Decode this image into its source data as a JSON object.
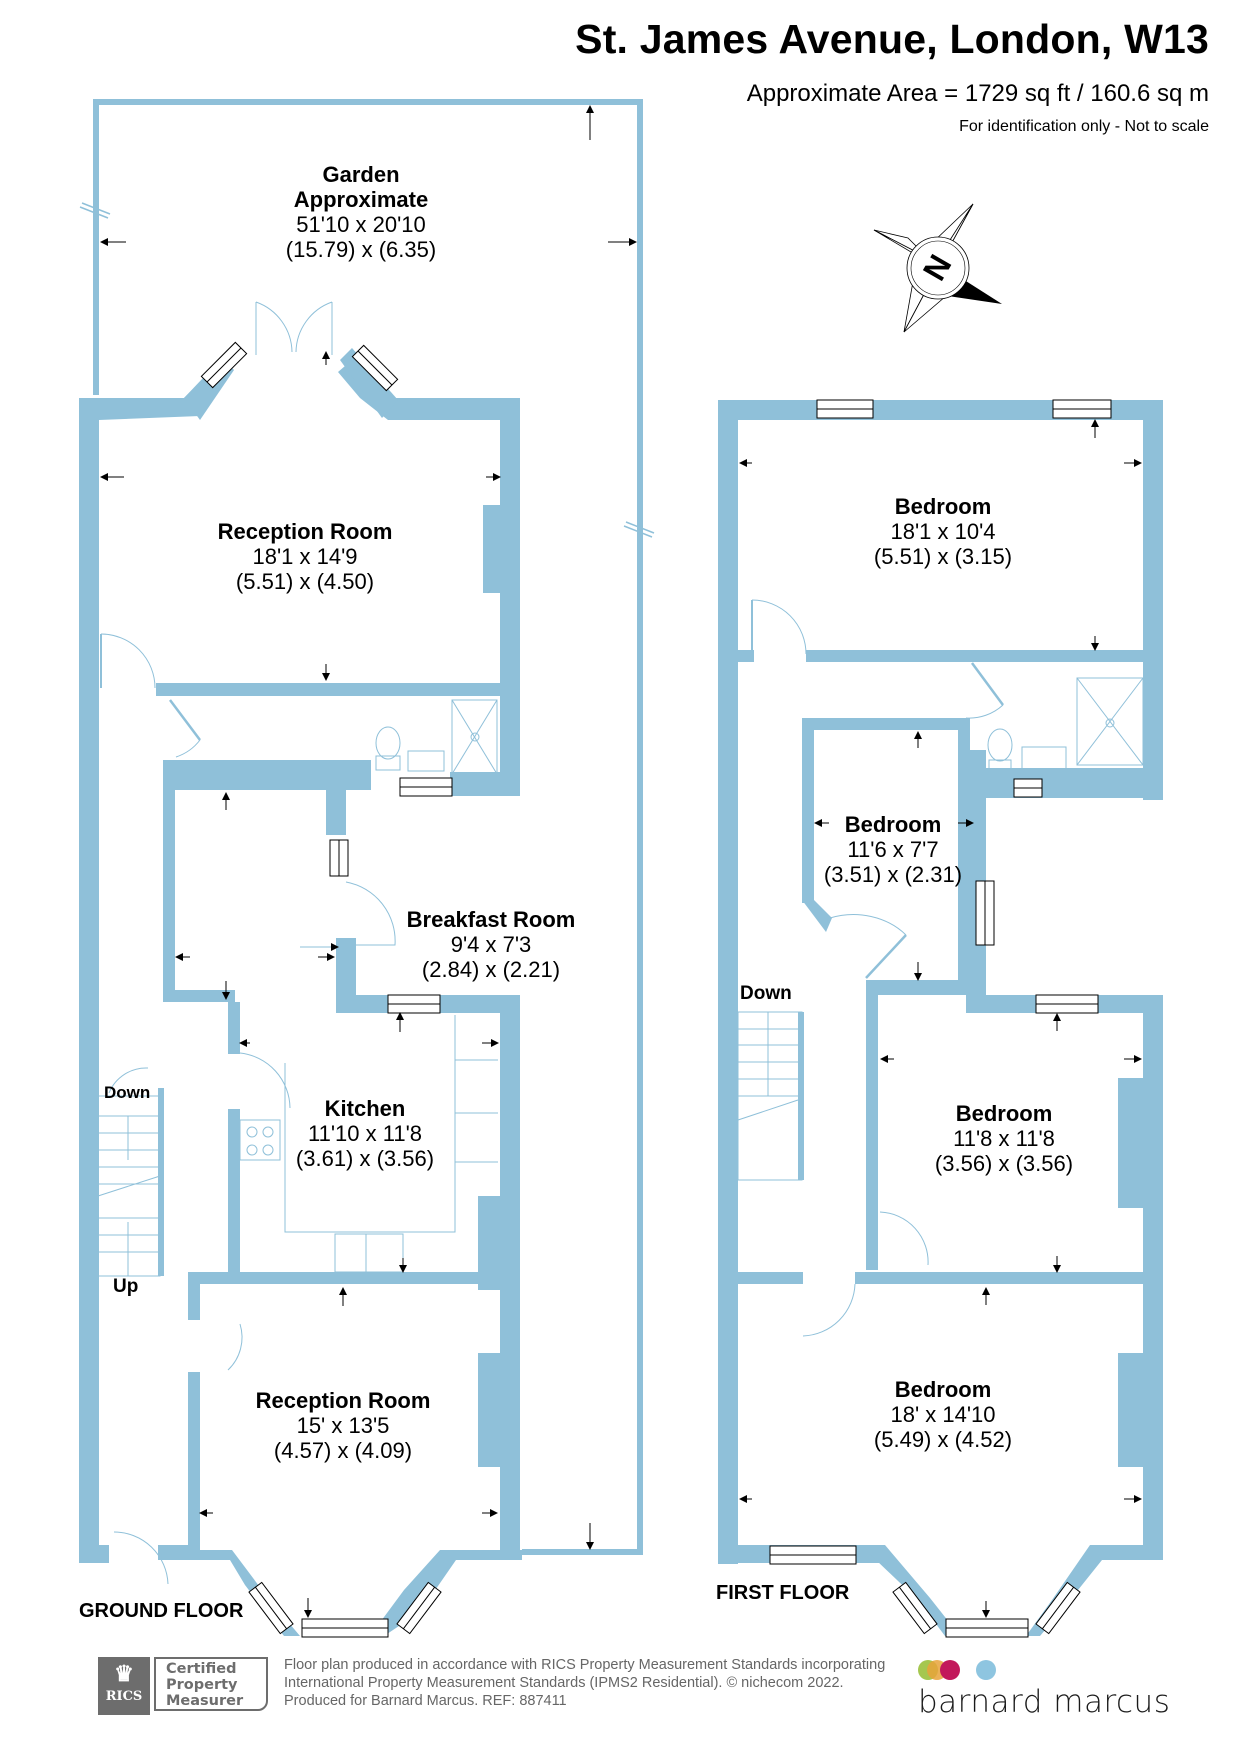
{
  "header": {
    "title": "St. James Avenue, London, W13",
    "area": "Approximate Area = 1729 sq ft / 160.6 sq m",
    "disclaimer": "For identification only - Not to scale"
  },
  "colors": {
    "wall": "#8fc0d9",
    "outline": "#000000",
    "fixture": "#8fc0d9"
  },
  "compass": {
    "icon": "compass-north-icon",
    "label": "N"
  },
  "ground_floor": {
    "label": "GROUND FLOOR",
    "stairs_down": "Down",
    "stairs_up": "Up",
    "rooms": [
      {
        "name": "Garden",
        "name2": "Approximate",
        "imperial": "51'10 x 20'10",
        "metric": "(15.79) x (6.35)"
      },
      {
        "name": "Reception Room",
        "imperial": "18'1 x 14'9",
        "metric": "(5.51) x (4.50)"
      },
      {
        "name": "Breakfast Room",
        "imperial": "9'4 x 7'3",
        "metric": "(2.84) x (2.21)"
      },
      {
        "name": "Kitchen",
        "imperial": "11'10 x 11'8",
        "metric": "(3.61) x (3.56)"
      },
      {
        "name": "Reception Room",
        "imperial": "15' x 13'5",
        "metric": "(4.57) x (4.09)"
      }
    ]
  },
  "first_floor": {
    "label": "FIRST FLOOR",
    "stairs_down": "Down",
    "rooms": [
      {
        "name": "Bedroom",
        "imperial": "18'1 x 10'4",
        "metric": "(5.51) x (3.15)"
      },
      {
        "name": "Bedroom",
        "imperial": "11'6 x 7'7",
        "metric": "(3.51) x (2.31)"
      },
      {
        "name": "Bedroom",
        "imperial": "11'8 x 11'8",
        "metric": "(3.56) x (3.56)"
      },
      {
        "name": "Bedroom",
        "imperial": "18' x 14'10",
        "metric": "(5.49) x (4.52)"
      }
    ]
  },
  "footer": {
    "rics_mark": "RICS",
    "certified": [
      "Certified",
      "Property",
      "Measurer"
    ],
    "lines": [
      "Floor plan produced in accordance with RICS Property Measurement Standards incorporating",
      "International Property Measurement Standards (IPMS2 Residential).   © nichecom 2022.",
      "Produced for Barnard Marcus.   REF:  887411"
    ],
    "brand": "barnard marcus",
    "brand_dot_colors": [
      "#9bc13c",
      "#e8a33a",
      "#c2185b",
      "#8ec5e0"
    ]
  }
}
